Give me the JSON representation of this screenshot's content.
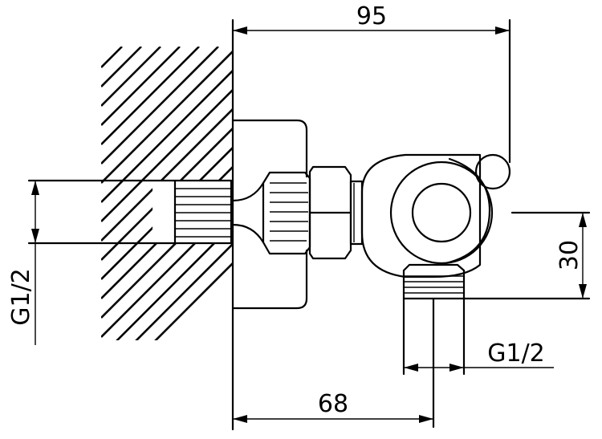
{
  "dimensions": {
    "overall_depth": "95",
    "outlet_offset": "68",
    "outlet_height": "30",
    "inlet_thread": "G1/2",
    "outlet_thread": "G1/2"
  }
}
